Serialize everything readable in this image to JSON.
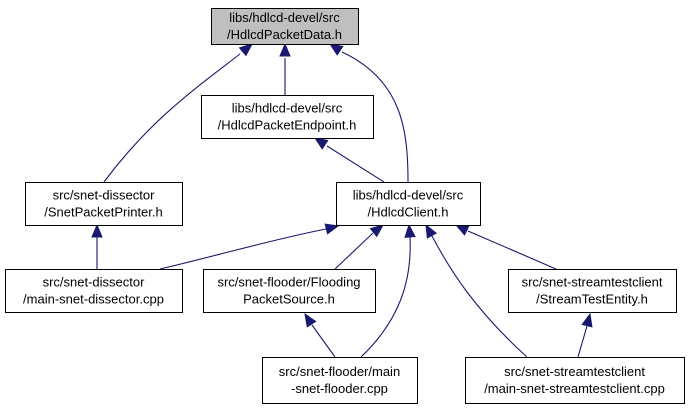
{
  "graph": {
    "colors": {
      "edge": "#191970",
      "root_fill": "#bfbfbf",
      "node_fill": "#ffffff",
      "border": "#000000"
    },
    "nodes": [
      {
        "id": "hdlcd_packet_data",
        "lines": [
          "libs/hdlcd-devel/src",
          "/HdlcdPacketData.h"
        ],
        "highlight": true
      },
      {
        "id": "hdlcd_packet_endpoint",
        "lines": [
          "libs/hdlcd-devel/src",
          "/HdlcdPacketEndpoint.h"
        ]
      },
      {
        "id": "snet_packet_printer",
        "lines": [
          "src/snet-dissector",
          "/SnetPacketPrinter.h"
        ]
      },
      {
        "id": "hdlcd_client",
        "lines": [
          "libs/hdlcd-devel/src",
          "/HdlcdClient.h"
        ]
      },
      {
        "id": "main_snet_dissector",
        "lines": [
          "src/snet-dissector",
          "/main-snet-dissector.cpp"
        ]
      },
      {
        "id": "flooding_packet_source",
        "lines": [
          "src/snet-flooder/Flooding",
          "PacketSource.h"
        ]
      },
      {
        "id": "stream_test_entity",
        "lines": [
          "src/snet-streamtestclient",
          "/StreamTestEntity.h"
        ]
      },
      {
        "id": "main_snet_flooder",
        "lines": [
          "src/snet-flooder/main",
          "-snet-flooder.cpp"
        ]
      },
      {
        "id": "main_snet_streamtestclient",
        "lines": [
          "src/snet-streamtestclient",
          "/main-snet-streamtestclient.cpp"
        ]
      }
    ],
    "edges": [
      {
        "from": "hdlcd_packet_endpoint",
        "to": "hdlcd_packet_data"
      },
      {
        "from": "snet_packet_printer",
        "to": "hdlcd_packet_data"
      },
      {
        "from": "hdlcd_client",
        "to": "hdlcd_packet_data"
      },
      {
        "from": "hdlcd_client",
        "to": "hdlcd_packet_endpoint"
      },
      {
        "from": "main_snet_dissector",
        "to": "snet_packet_printer"
      },
      {
        "from": "main_snet_dissector",
        "to": "hdlcd_client"
      },
      {
        "from": "flooding_packet_source",
        "to": "hdlcd_client"
      },
      {
        "from": "main_snet_flooder",
        "to": "hdlcd_client"
      },
      {
        "from": "stream_test_entity",
        "to": "hdlcd_client"
      },
      {
        "from": "main_snet_streamtestclient",
        "to": "hdlcd_client"
      },
      {
        "from": "main_snet_flooder",
        "to": "flooding_packet_source"
      },
      {
        "from": "main_snet_streamtestclient",
        "to": "stream_test_entity"
      }
    ]
  }
}
